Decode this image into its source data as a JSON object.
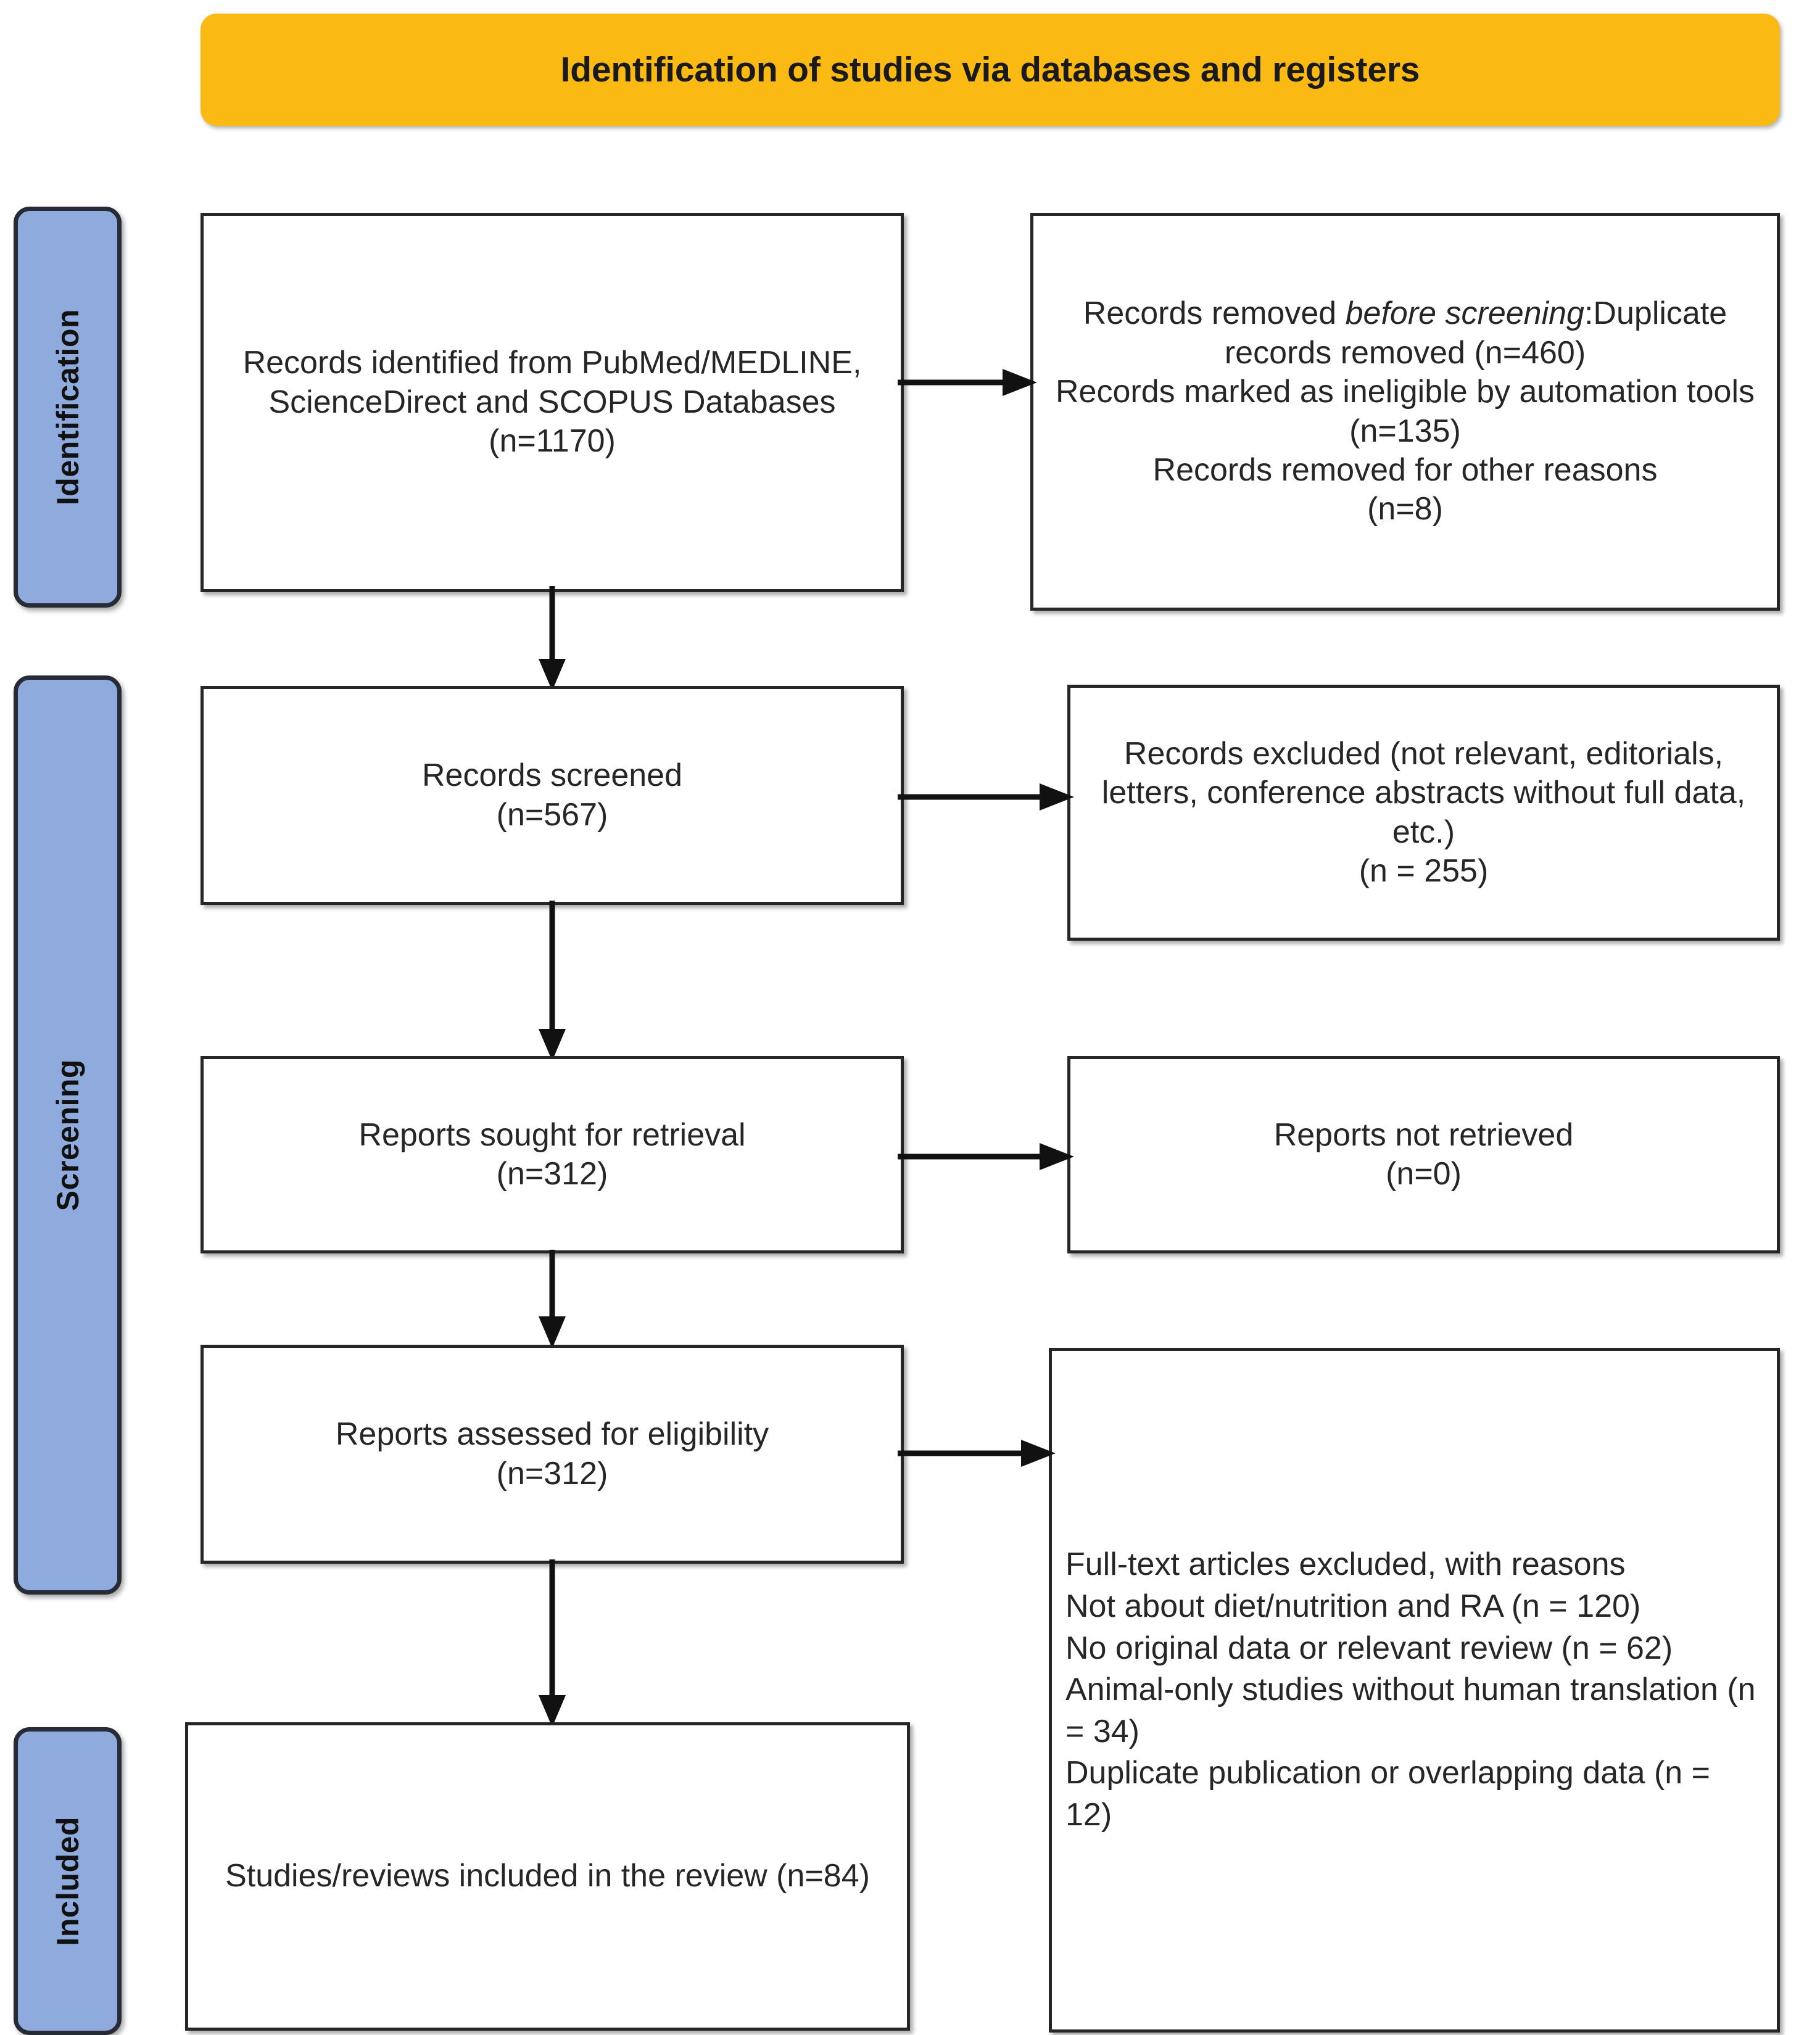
{
  "header": {
    "title": "Identification of studies via databases and registers",
    "color": "#fbb913"
  },
  "stages": {
    "identification": "Identification",
    "screening": "Screening",
    "included": "Included",
    "color": "#8FAADC"
  },
  "boxes": {
    "identified": {
      "text": "Records identified from PubMed/MEDLINE, ScienceDirect and SCOPUS Databases\n(n=1170)"
    },
    "removed": {
      "line1_pre": "Records removed ",
      "line1_italic": "before screening",
      "line1_post": ":",
      "rest": "Duplicate records removed (n=460)\nRecords marked as ineligible by automation tools (n=135)\nRecords removed for other reasons\n(n=8)"
    },
    "screened": {
      "text": "Records screened\n(n=567)"
    },
    "excluded": {
      "text": "Records excluded (not relevant, editorials, letters, conference abstracts without full data, etc.)\n(n = 255)"
    },
    "sought": {
      "text": "Reports sought for retrieval\n(n=312)"
    },
    "not_retrieved": {
      "text": "Reports not retrieved\n(n=0)"
    },
    "assessed": {
      "text": "Reports assessed for eligibility\n(n=312)"
    },
    "full_text_excluded": {
      "text": "Full-text articles excluded, with reasons\nNot about diet/nutrition and RA (n = 120)\nNo original data or relevant review (n = 62)\nAnimal-only studies without human translation (n = 34)\nDuplicate publication or overlapping data (n = 12)"
    },
    "included": {
      "text": "Studies/reviews included in the review (n=84)"
    }
  },
  "chart_data": {
    "type": "diagram",
    "title": "PRISMA 2020 flow diagram",
    "stages": [
      "Identification",
      "Screening",
      "Included"
    ],
    "nodes": [
      {
        "id": "identified",
        "label": "Records identified from PubMed/MEDLINE, ScienceDirect and SCOPUS Databases",
        "n": 1170,
        "stage": "Identification",
        "column": "left"
      },
      {
        "id": "removed_before_screening",
        "label": "Records removed before screening",
        "stage": "Identification",
        "column": "right",
        "items": [
          {
            "label": "Duplicate records removed",
            "n": 460
          },
          {
            "label": "Records marked as ineligible by automation tools",
            "n": 135
          },
          {
            "label": "Records removed for other reasons",
            "n": 8
          }
        ]
      },
      {
        "id": "screened",
        "label": "Records screened",
        "n": 567,
        "stage": "Screening",
        "column": "left"
      },
      {
        "id": "excluded",
        "label": "Records excluded (not relevant, editorials, letters, conference abstracts without full data, etc.)",
        "n": 255,
        "stage": "Screening",
        "column": "right"
      },
      {
        "id": "sought",
        "label": "Reports sought for retrieval",
        "n": 312,
        "stage": "Screening",
        "column": "left"
      },
      {
        "id": "not_retrieved",
        "label": "Reports not retrieved",
        "n": 0,
        "stage": "Screening",
        "column": "right"
      },
      {
        "id": "assessed",
        "label": "Reports assessed for eligibility",
        "n": 312,
        "stage": "Screening",
        "column": "left"
      },
      {
        "id": "full_text_excluded",
        "label": "Full-text articles excluded, with reasons",
        "stage": "Screening",
        "column": "right",
        "items": [
          {
            "label": "Not about diet/nutrition and RA",
            "n": 120
          },
          {
            "label": "No original data or relevant review",
            "n": 62
          },
          {
            "label": "Animal-only studies without human translation",
            "n": 34
          },
          {
            "label": "Duplicate publication or overlapping data",
            "n": 12
          }
        ]
      },
      {
        "id": "included",
        "label": "Studies/reviews included in the review",
        "n": 84,
        "stage": "Included",
        "column": "left"
      }
    ],
    "edges": [
      {
        "from": "identified",
        "to": "removed_before_screening",
        "direction": "right"
      },
      {
        "from": "identified",
        "to": "screened",
        "direction": "down"
      },
      {
        "from": "screened",
        "to": "excluded",
        "direction": "right"
      },
      {
        "from": "screened",
        "to": "sought",
        "direction": "down"
      },
      {
        "from": "sought",
        "to": "not_retrieved",
        "direction": "right"
      },
      {
        "from": "sought",
        "to": "assessed",
        "direction": "down"
      },
      {
        "from": "assessed",
        "to": "full_text_excluded",
        "direction": "right"
      },
      {
        "from": "assessed",
        "to": "included",
        "direction": "down"
      }
    ]
  }
}
